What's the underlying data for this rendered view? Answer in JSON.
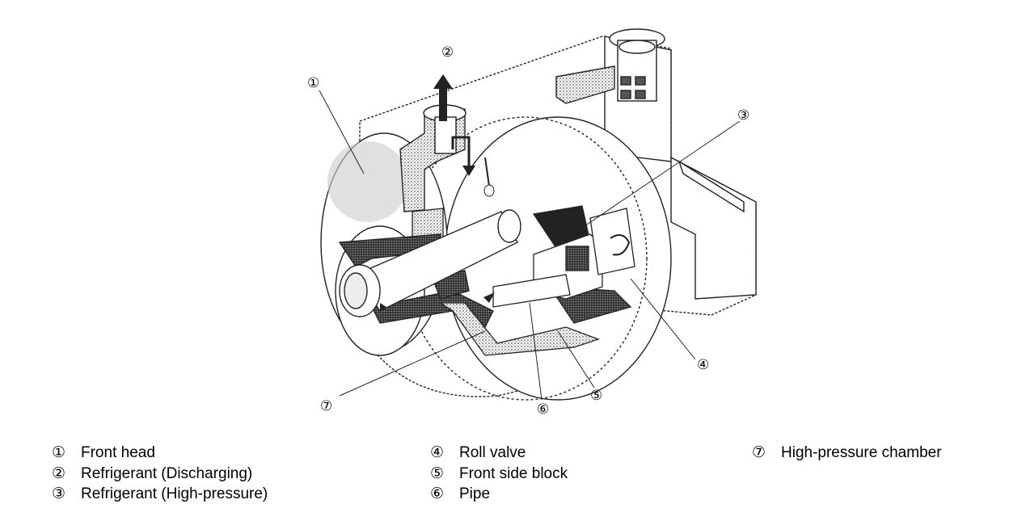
{
  "diagram": {
    "callouts": [
      "①",
      "②",
      "③",
      "④",
      "⑤",
      "⑥",
      "⑦"
    ]
  },
  "legend": {
    "columns": [
      [
        {
          "num": "①",
          "label": "Front head"
        },
        {
          "num": "②",
          "label": "Refrigerant (Discharging)"
        },
        {
          "num": "③",
          "label": "Refrigerant (High-pressure)"
        }
      ],
      [
        {
          "num": "④",
          "label": "Roll valve"
        },
        {
          "num": "⑤",
          "label": "Front side block"
        },
        {
          "num": "⑥",
          "label": "Pipe"
        }
      ],
      [
        {
          "num": "⑦",
          "label": "High-pressure chamber"
        }
      ]
    ]
  }
}
